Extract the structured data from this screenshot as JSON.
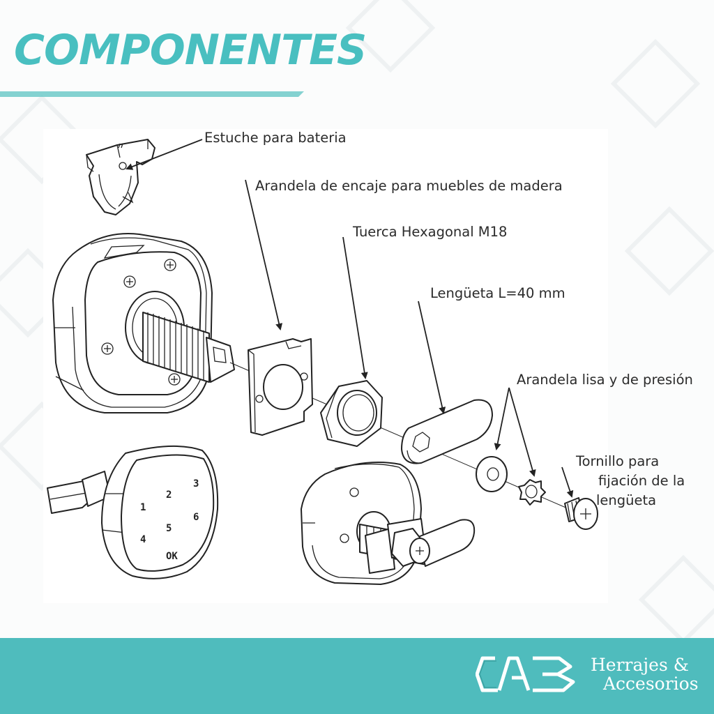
{
  "header": {
    "title": "COMPONENTES"
  },
  "labels": {
    "battery_case": "Estuche para bateria",
    "wood_washer": "Arandela de encaje para muebles de madera",
    "hex_nut": "Tuerca Hexagonal M18",
    "latch": "Lengüeta L=40 mm",
    "washers": "Arandela lisa y de presión",
    "screw_lines": [
      "Tornillo para",
      "fijación de la",
      "lengüeta"
    ]
  },
  "keypad": {
    "keys": [
      "1",
      "2",
      "3",
      "4",
      "5",
      "6",
      "OK"
    ]
  },
  "brand": {
    "line1": "Herrajes &",
    "line2": "Accesorios",
    "logo_icon": "cab-logo-icon"
  },
  "colors": {
    "accent": "#49bfc0",
    "footer": "#4fbcbd",
    "line": "#222222"
  }
}
